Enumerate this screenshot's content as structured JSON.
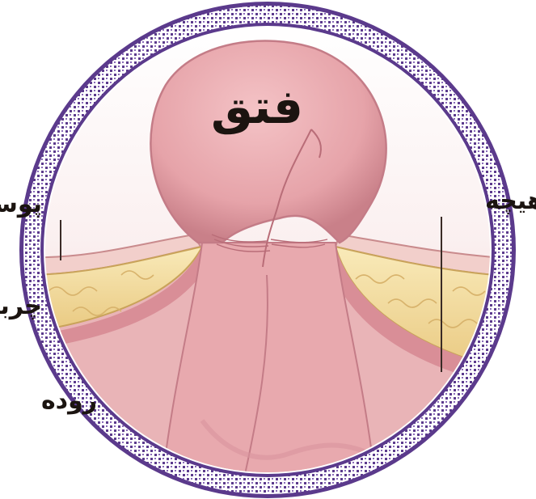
{
  "illustration": {
    "labels": {
      "hernia": "فتق",
      "skin": "پوست",
      "fat": "چربی",
      "muscle": "ماهیچه",
      "intestine": "روده"
    },
    "colors": {
      "frame_outer": "#5b3a8c",
      "frame_inner": "#ffffff",
      "hernia_sac": "#e9a9ae",
      "hernia_shadow": "#c97b86",
      "fat_tissue": "#f3dca0",
      "skin_band": "#efc7c4",
      "background": "#f6e3e4",
      "label_text": "#1b1410"
    }
  }
}
